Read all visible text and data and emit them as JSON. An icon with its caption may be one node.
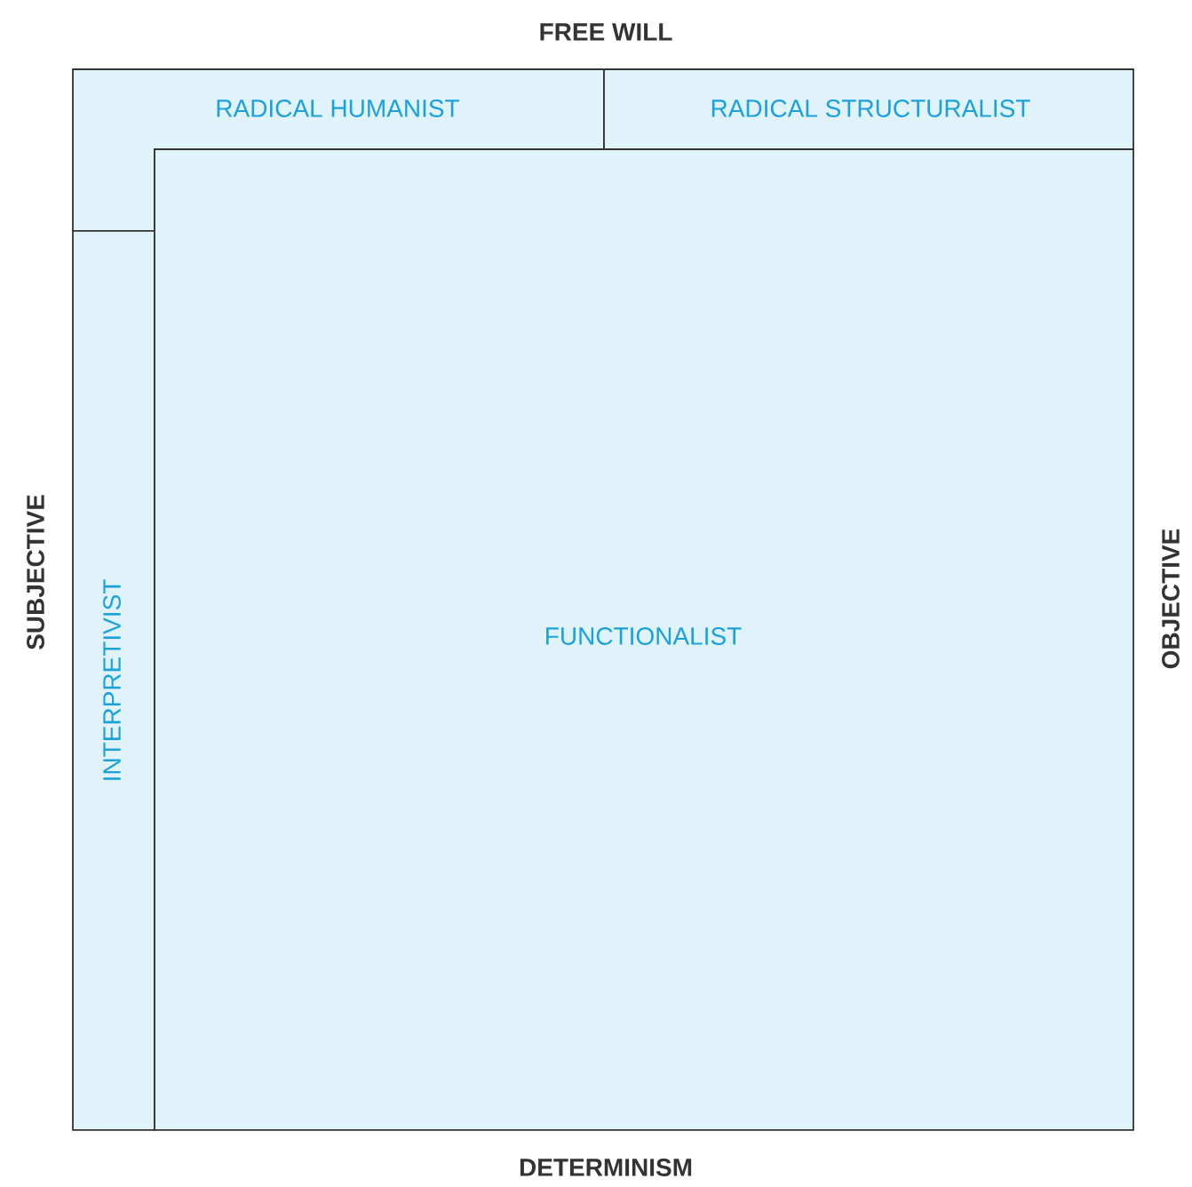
{
  "diagram": {
    "nodes": [
      {
        "text": [
          "RADICAL HUMANIST"
        ]
      },
      {
        "text": [
          "RADICAL STRUCTURALIST"
        ]
      },
      {
        "text": [
          "INTERPRETIVIST"
        ]
      },
      {
        "text": [
          "FUNCTIONALIST"
        ]
      }
    ],
    "labels": [
      "FREE WILL",
      "SUBJECTIVE",
      "OBJECTIVE",
      "DETERMINISM"
    ]
  }
}
